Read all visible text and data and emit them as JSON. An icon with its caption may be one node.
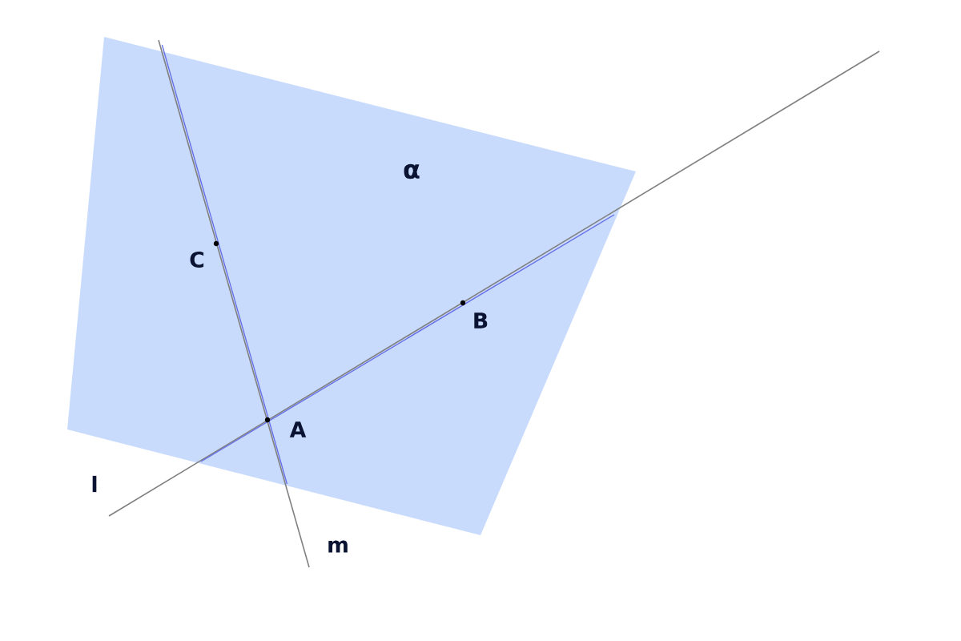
{
  "diagram": {
    "nodes": [
      {
        "text": [
          "α"
        ]
      }
    ],
    "labels": [
      "C",
      "B",
      "A",
      "l",
      "m"
    ]
  }
}
